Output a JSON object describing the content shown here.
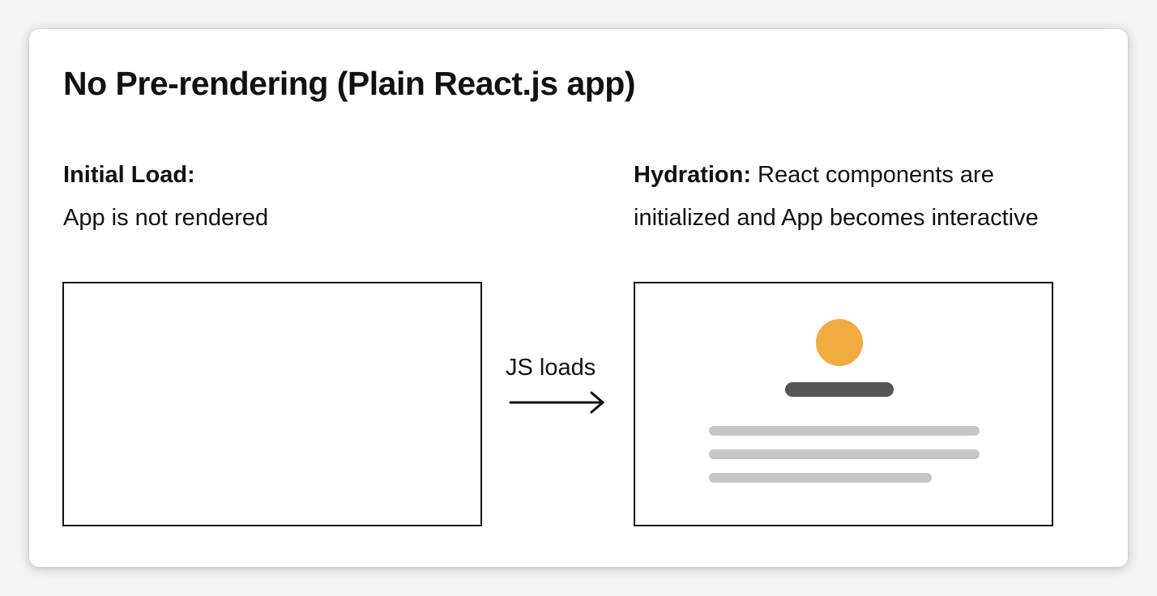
{
  "diagram": {
    "title": "No Pre-rendering (Plain React.js app)",
    "left": {
      "label_bold": "Initial Load:",
      "label_text": "App is not rendered"
    },
    "right": {
      "label_bold": "Hydration:",
      "label_text_line1": " React components are",
      "label_text_line2": "initialized and App becomes interactive"
    },
    "transition": {
      "label": "JS loads",
      "icon": "arrow-right-icon"
    },
    "colors": {
      "avatar": "#f2ab43",
      "heading_bar": "#555555",
      "text_lines": "#c6c6c6",
      "border": "#111111"
    }
  }
}
